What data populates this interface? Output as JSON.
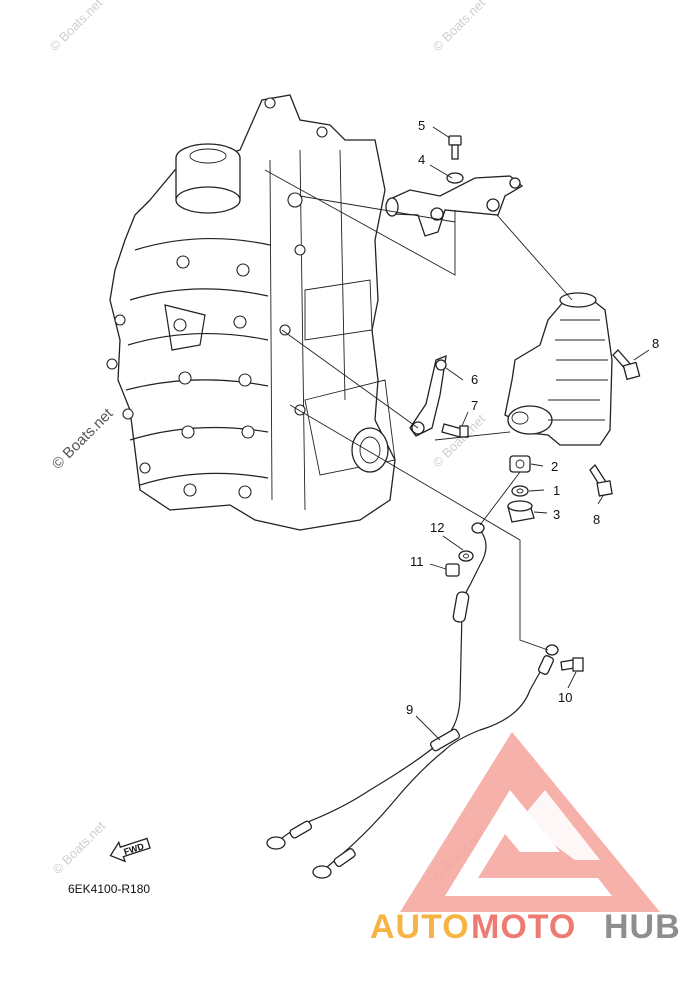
{
  "diagram": {
    "reference_code": "6EK4100-R180",
    "fwd_label": "FWD",
    "callouts": [
      "1",
      "2",
      "3",
      "4",
      "5",
      "6",
      "7",
      "8",
      "8",
      "9",
      "10",
      "11",
      "12"
    ],
    "watermarks": [
      "© Boats.net",
      "© Boats.net",
      "© Boats.net",
      "© Boats.net",
      "© Boats.net",
      "© Boats.net",
      "© Boats.net"
    ],
    "side_watermark": "© Boats.net"
  },
  "brand": {
    "part1": "AUTO",
    "part2": "MOTO",
    "part3": "HUB",
    "colors": {
      "auto": "#f5b443",
      "moto": "#ee7b72",
      "hub": "#8e8e8e",
      "logo_triangle": "#f08a80"
    }
  }
}
